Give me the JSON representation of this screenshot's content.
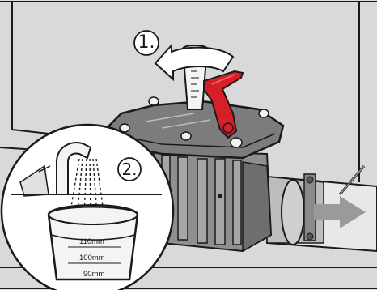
{
  "steps": [
    {
      "number": "1."
    },
    {
      "number": "2."
    }
  ],
  "beaker_scale": {
    "marks": [
      "110mm",
      "100mm",
      "90mm"
    ]
  },
  "colors": {
    "background": "#d9d9d9",
    "device_body": "#8f8f8f",
    "device_dark": "#6e6e6e",
    "lever_red": "#d61f26",
    "arrow_fill": "#ffffff",
    "flow_arrow": "#9a9a9a",
    "outline": "#1a1a1a"
  },
  "icons": [
    "rotate-left-arrow-icon",
    "flow-direction-arrow-icon",
    "faucet-icon",
    "measuring-beaker-icon",
    "water-stream-icon"
  ]
}
